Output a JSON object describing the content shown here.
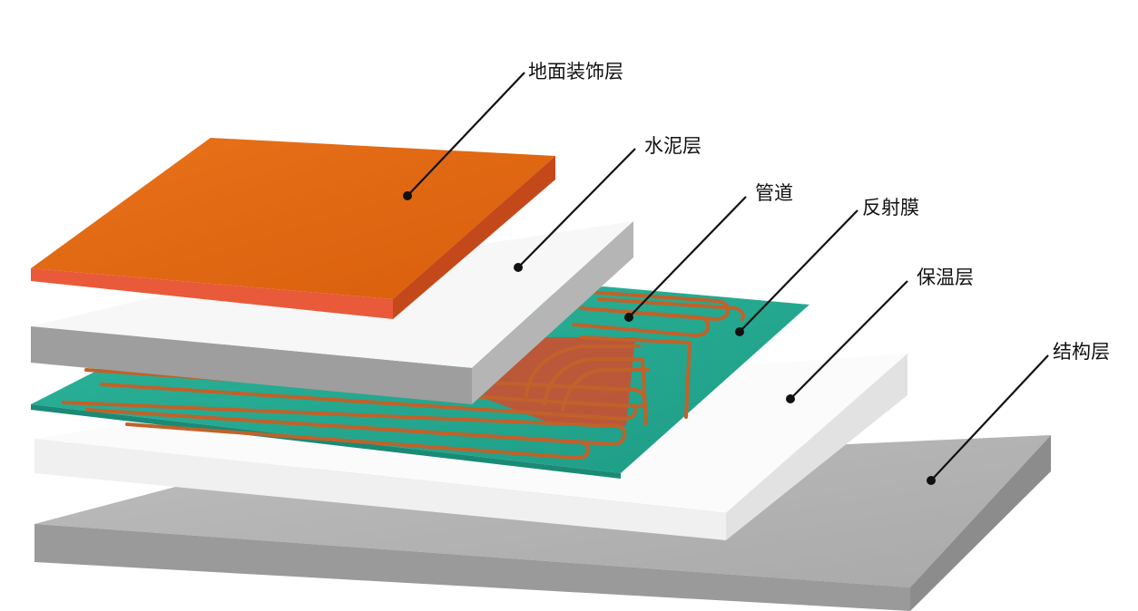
{
  "layers": [
    {
      "id": "floor-finish",
      "label": "地面装饰层",
      "color": "#e0660e"
    },
    {
      "id": "cement",
      "label": "水泥层",
      "color": "#f6f6f6"
    },
    {
      "id": "pipe",
      "label": "管道",
      "color": "#c0622a"
    },
    {
      "id": "reflective-film",
      "label": "反射膜",
      "color": "#22a88f"
    },
    {
      "id": "insulation",
      "label": "保温层",
      "color": "#fafafa"
    },
    {
      "id": "structure",
      "label": "结构层",
      "color": "#b0b0b0"
    }
  ]
}
